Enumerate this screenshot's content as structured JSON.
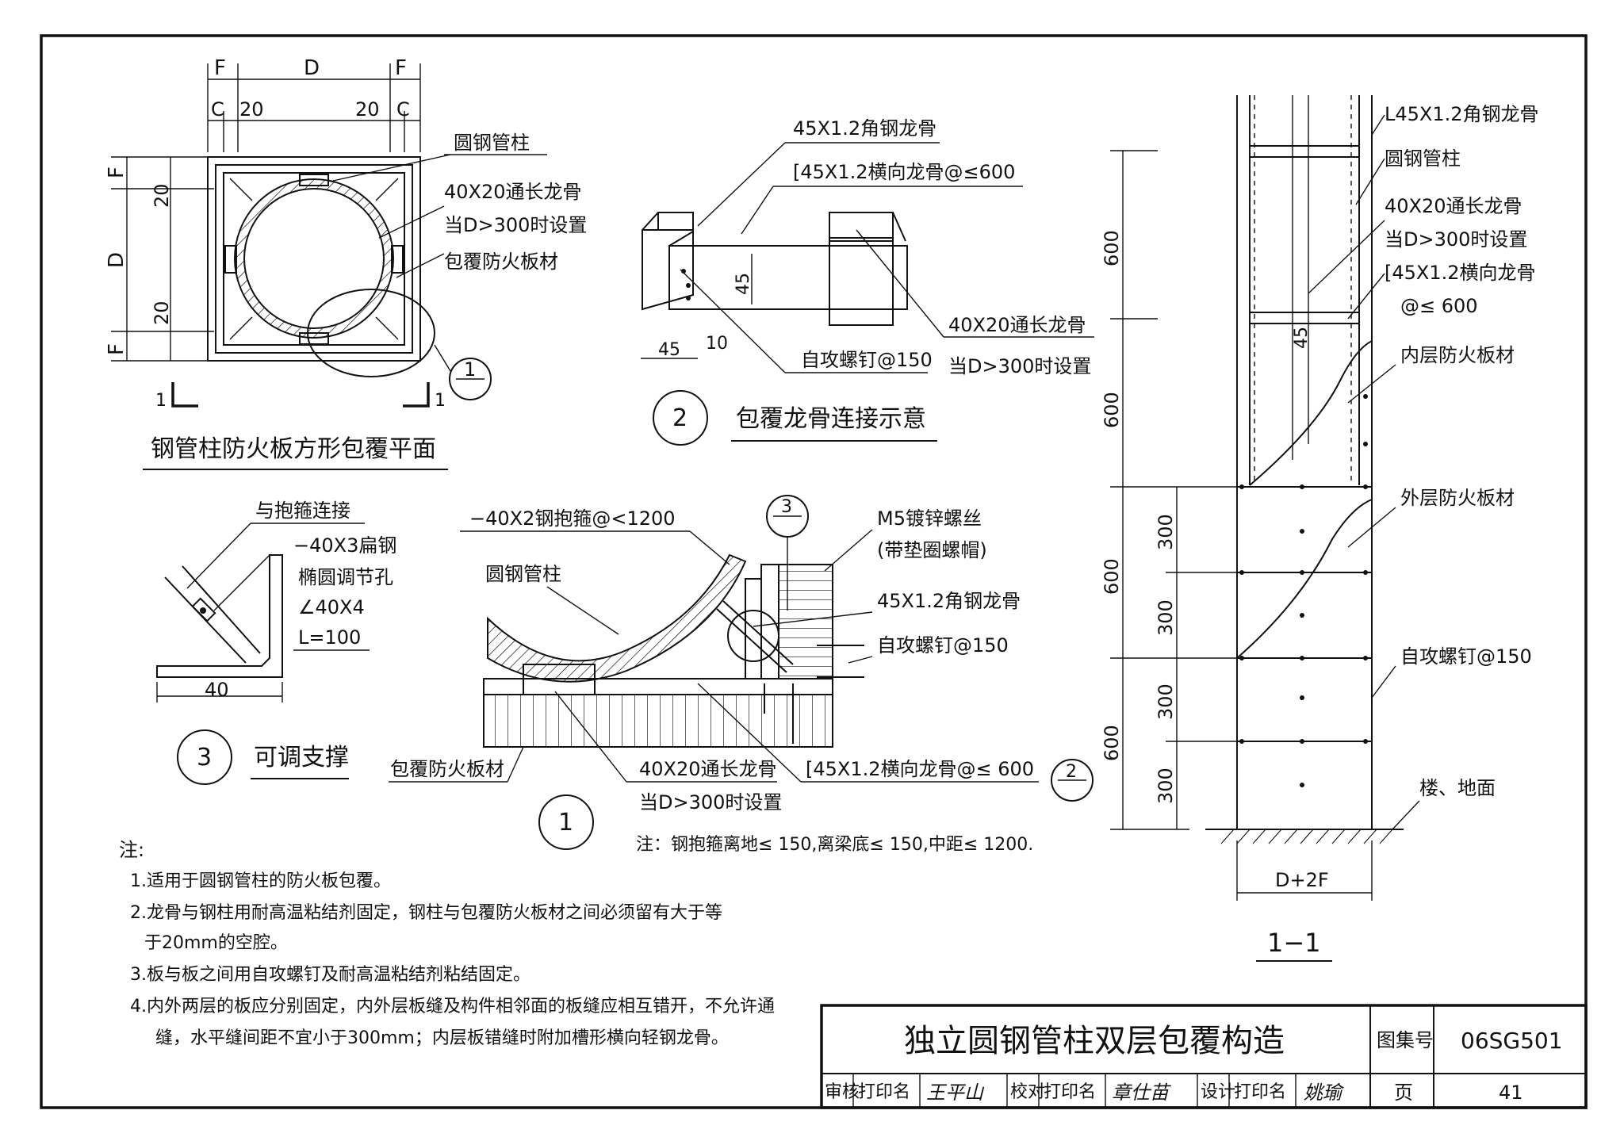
{
  "plan": {
    "dim_F": "F",
    "dim_D": "D",
    "dim_C": "C",
    "dim_20": "20",
    "label_pipe": "圆钢管柱",
    "label_stud": "40X20通长龙骨",
    "label_stud_cond": "当D>300时设置",
    "label_board": "包覆防火板材",
    "section_mark_1": "1",
    "callout_num": "1",
    "title": "钢管柱防火板方形包覆平面"
  },
  "detail2": {
    "label_angle": "45X1.2角钢龙骨",
    "label_cross": "[45X1.2横向龙骨@≤600",
    "label_stud": "40X20通长龙骨",
    "label_stud_cond": "当D>300时设置",
    "label_screw": "自攻螺钉@150",
    "dim_45": "45",
    "dim_10": "10",
    "num": "2",
    "title": "包覆龙骨连接示意"
  },
  "detail3": {
    "label_connect": "与抱箍连接",
    "label_flat": "−40X3扁钢",
    "label_hole": "椭圆调节孔",
    "label_angle": "∠40X4",
    "label_L": "L=100",
    "dim_40": "40",
    "num": "3",
    "title": "可调支撑"
  },
  "detail1": {
    "label_hoop": "−40X2钢抱箍@<1200",
    "callout3": "3",
    "label_bolt": "M5镀锌螺丝",
    "label_bolt2": "(带垫圈螺帽)",
    "label_pipe": "圆钢管柱",
    "label_angle": "45X1.2角钢龙骨",
    "label_screw": "自攻螺钉@150",
    "label_board": "包覆防火板材",
    "label_stud": "40X20通长龙骨",
    "label_stud_cond": "当D>300时设置",
    "label_cross": "[45X1.2横向龙骨@≤ 600",
    "callout2": "2",
    "num": "1",
    "note": "注：钢抱箍离地≤ 150,离梁底≤ 150,中距≤ 1200."
  },
  "section": {
    "label_angle": "L45X1.2角钢龙骨",
    "label_pipe": "圆钢管柱",
    "label_stud": "40X20通长龙骨",
    "label_stud_cond": "当D>300时设置",
    "label_cross": "[45X1.2横向龙骨",
    "label_cross2": "@≤ 600",
    "label_inner": "内层防火板材",
    "label_outer": "外层防火板材",
    "label_screw": "自攻螺钉@150",
    "label_floor": "楼、地面",
    "dim_600": "600",
    "dim_300": "300",
    "dim_45": "45",
    "dim_width": "D+2F",
    "title": "1−1"
  },
  "notes": {
    "head": "注:",
    "n1": "1.适用于圆钢管柱的防火板包覆。",
    "n2a": "2.龙骨与钢柱用耐高温粘结剂固定，钢柱与包覆防火板材之间必须留有大于等",
    "n2b": "于20mm的空腔。",
    "n3": "3.板与板之间用自攻螺钉及耐高温粘结剂粘结固定。",
    "n4a": "4.内外两层的板应分别固定，内外层板缝及构件相邻面的板缝应相互错开，不允许通",
    "n4b": "缝，水平缝间距不宜小于300mm；内层板错缝时附加槽形横向轻钢龙骨。"
  },
  "titleblock": {
    "title": "独立圆钢管柱双层包覆构造",
    "atlas_label": "图集号",
    "atlas_no": "06SG501",
    "review": "审核",
    "check": "校对",
    "design": "设计",
    "print_name": "打印名",
    "page_label": "页",
    "page_no": "41",
    "sig_review": "王平山",
    "sig_check": "章仕苗",
    "sig_design": "姚瑜"
  }
}
